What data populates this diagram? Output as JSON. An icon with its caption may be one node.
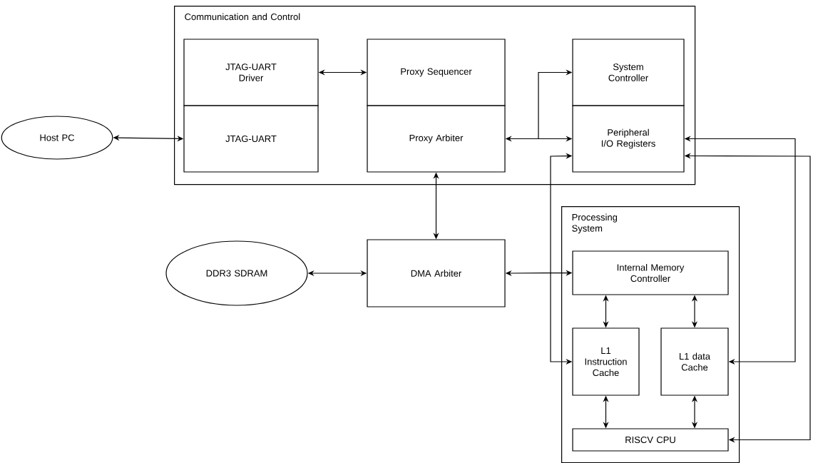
{
  "diagram": {
    "nodes": [
      {
        "text": [
          "Communication and Control"
        ]
      },
      {
        "text": [
          "JTAG-UART Driver"
        ],
        "in": 0
      },
      {
        "text": [
          "JTAG-UART"
        ],
        "in": 0
      },
      {
        "text": [
          "Proxy Sequencer"
        ],
        "in": 0
      },
      {
        "text": [
          "Proxy Arbiter"
        ],
        "in": 0
      },
      {
        "text": [
          "System Controller"
        ],
        "in": 0
      },
      {
        "text": [
          "Peripheral I/O Registers"
        ],
        "in": 0
      },
      {
        "text": [
          "Host PC"
        ]
      },
      {
        "text": [
          "DDR3 SDRAM"
        ]
      },
      {
        "text": [
          "DMA Arbiter"
        ]
      },
      {
        "text": [
          "Processing System"
        ]
      },
      {
        "text": [
          "Internal Memory Controller"
        ],
        "in": 10
      },
      {
        "text": [
          "L1 Instruction Cache"
        ],
        "in": 10
      },
      {
        "text": [
          "L1 data Cache"
        ],
        "in": 10
      },
      {
        "text": [
          "RISCV CPU"
        ],
        "in": 10
      }
    ],
    "edges": [
      {
        "from": 7,
        "to": 2,
        "arrow": "both"
      },
      {
        "from": 1,
        "to": 3,
        "arrow": "both"
      },
      {
        "from": 4,
        "to": 6,
        "arrow": "both"
      },
      {
        "from": 4,
        "to": 5,
        "arrow": "both"
      },
      {
        "from": 4,
        "to": 9,
        "arrow": "both"
      },
      {
        "from": 8,
        "to": 9,
        "arrow": "both"
      },
      {
        "from": 9,
        "to": 11,
        "arrow": "both"
      },
      {
        "from": 12,
        "to": 6,
        "arrow": "both"
      },
      {
        "from": 6,
        "to": 13,
        "arrow": "both"
      },
      {
        "from": 6,
        "to": 14,
        "arrow": "both"
      },
      {
        "from": 11,
        "to": 12,
        "arrow": "both"
      },
      {
        "from": 11,
        "to": 13,
        "arrow": "both"
      },
      {
        "from": 12,
        "to": 14,
        "arrow": "both"
      },
      {
        "from": 13,
        "to": 14,
        "arrow": "both"
      }
    ]
  }
}
